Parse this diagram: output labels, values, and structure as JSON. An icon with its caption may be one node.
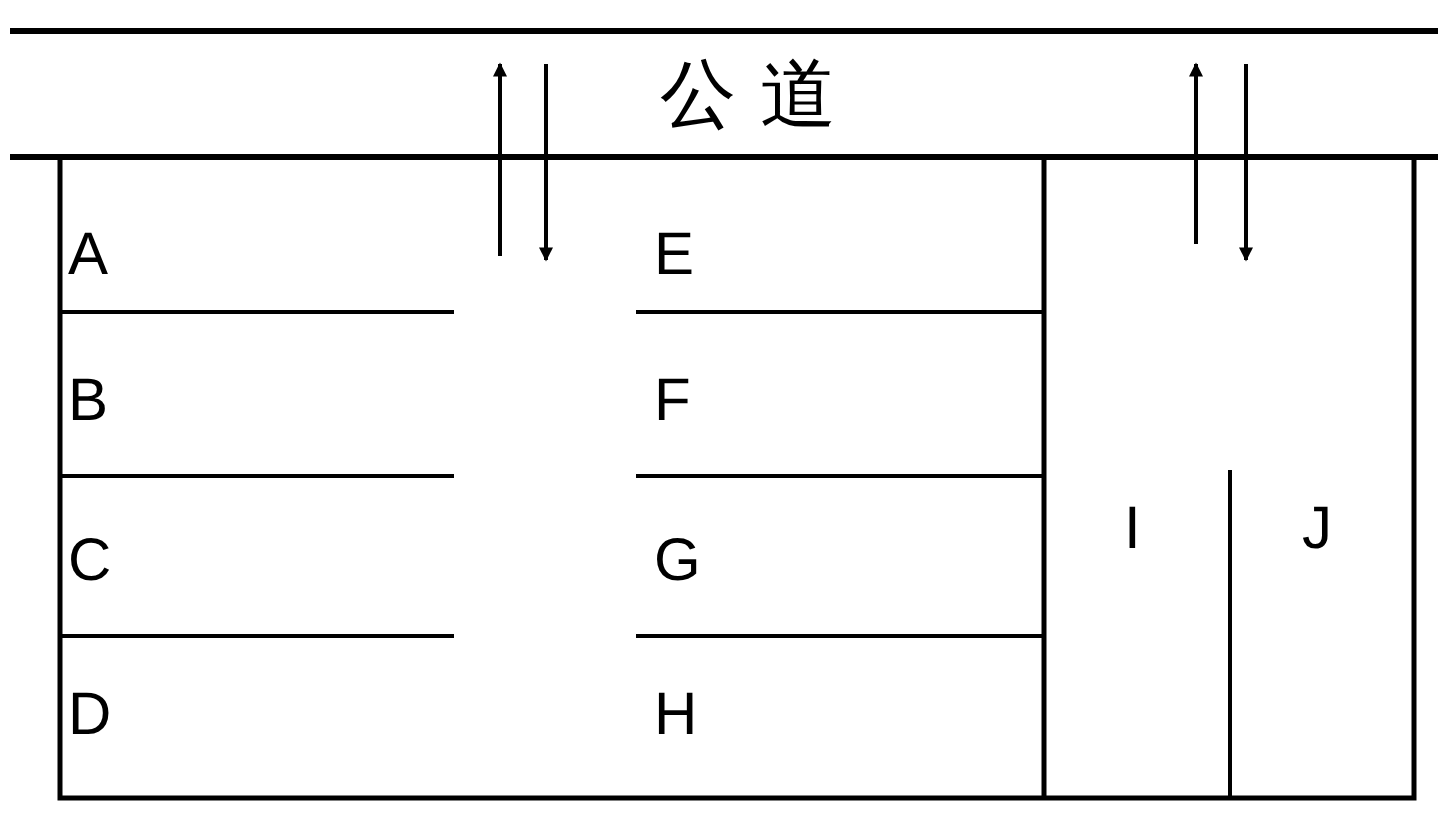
{
  "diagram": {
    "nodes": [
      {
        "text": [
          "公 道"
        ]
      }
    ],
    "labels": [
      "A",
      "B",
      "C",
      "D",
      "E",
      "F",
      "G",
      "H",
      "I",
      "J"
    ]
  }
}
